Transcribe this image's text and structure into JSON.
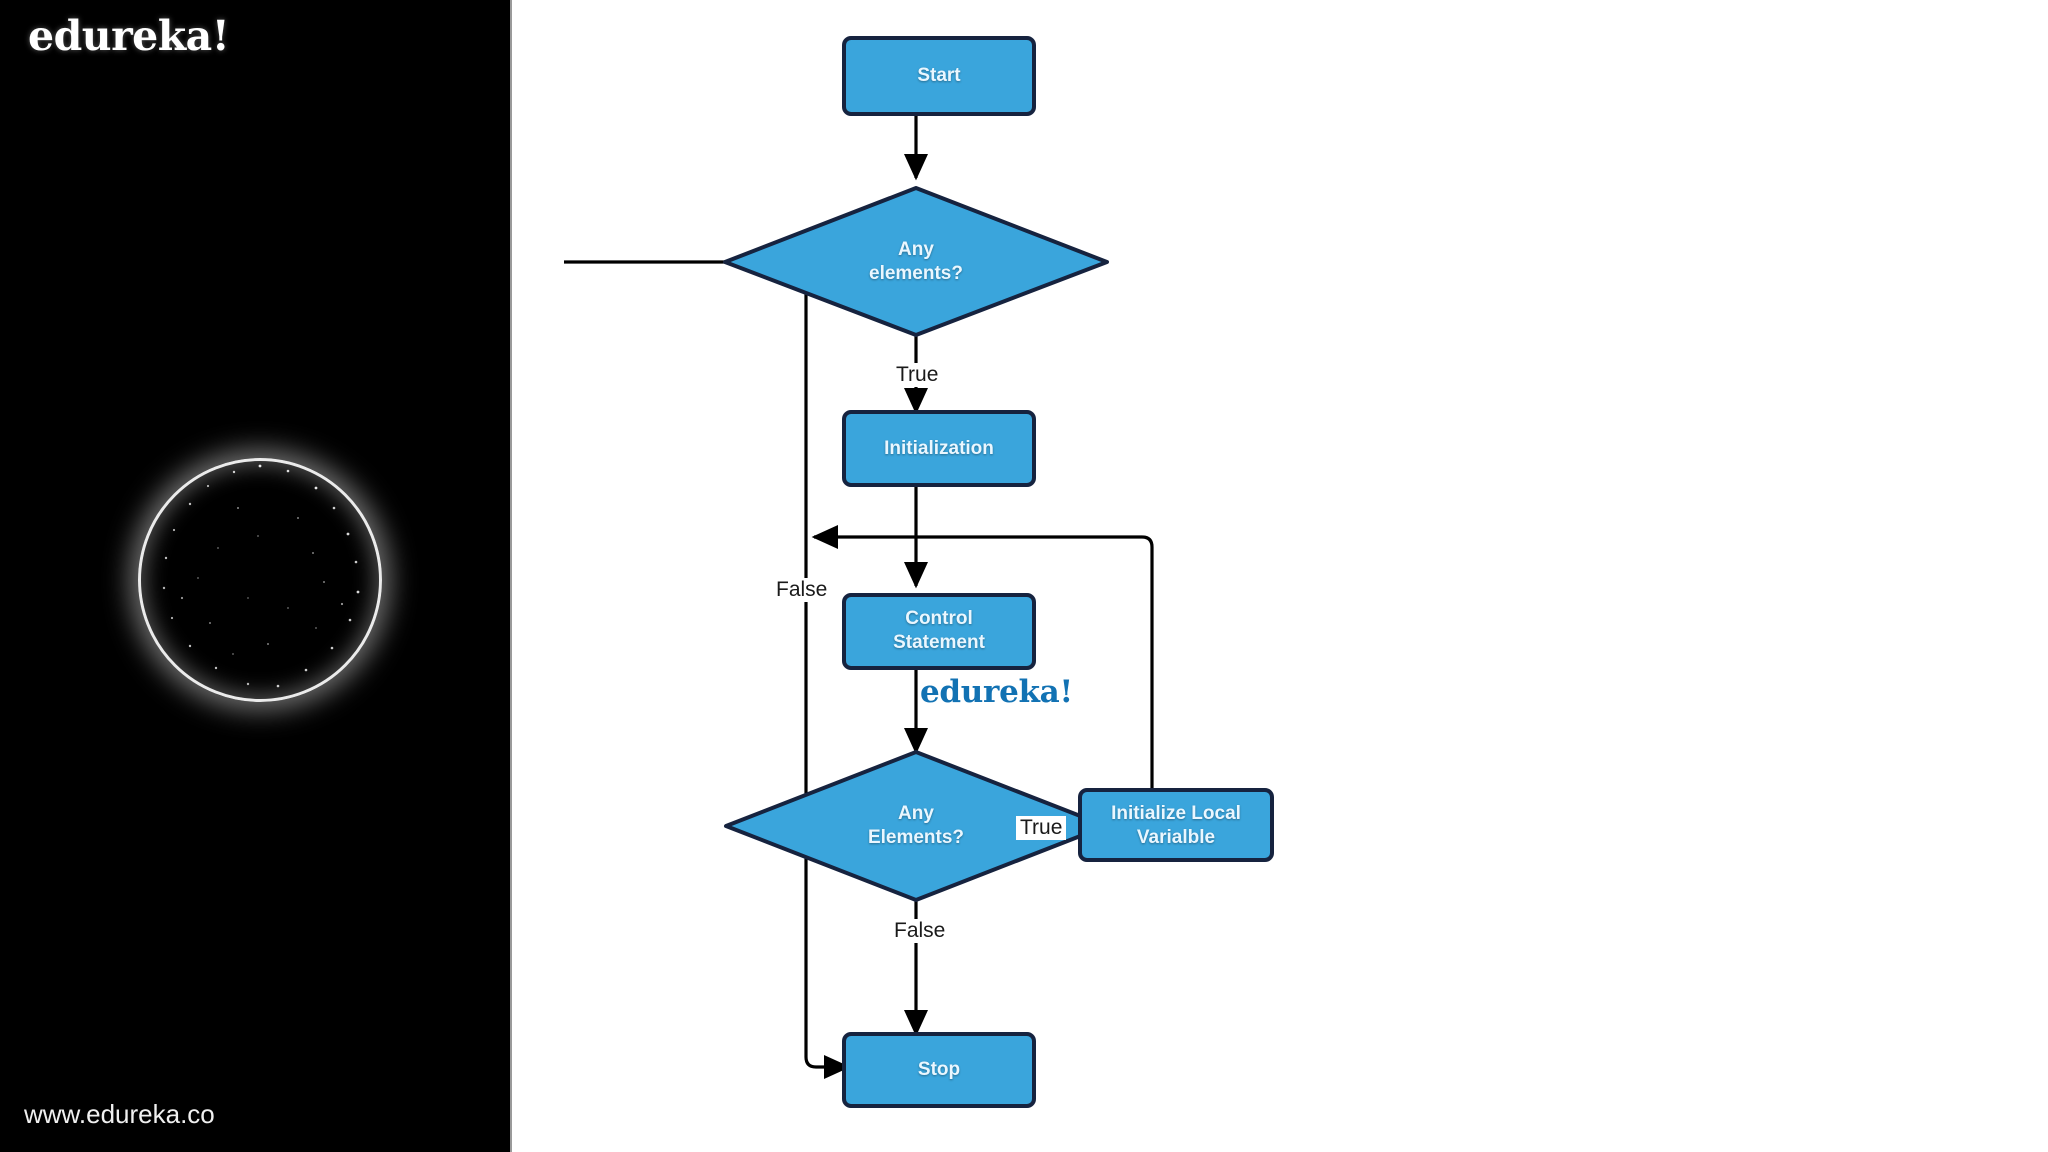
{
  "slide": {
    "left_panel": {
      "logo_text": "edureka!",
      "url_text": "www.edureka.co",
      "background_color": "#000000",
      "sphere_icon": "particle-sphere-icon"
    },
    "watermark": {
      "text": "edureka!",
      "color": "#1272b3"
    }
  },
  "diagram": {
    "type": "flowchart",
    "node_fill": "#3aa5dc",
    "node_border": "#16233f",
    "node_text_color": "#eaf7ff",
    "edge_color": "#000000",
    "nodes": [
      {
        "id": "start",
        "shape": "rect",
        "label": "Start"
      },
      {
        "id": "any_elems_1",
        "shape": "diamond",
        "label": "Any\nelements?"
      },
      {
        "id": "init",
        "shape": "rect",
        "label": "Initialization"
      },
      {
        "id": "control",
        "shape": "rect",
        "label": "Control\nStatement"
      },
      {
        "id": "any_elems_2",
        "shape": "diamond",
        "label": "Any\nElements?"
      },
      {
        "id": "init_local",
        "shape": "rect",
        "label": "Initialize Local\nVarialble"
      },
      {
        "id": "stop",
        "shape": "rect",
        "label": "Stop"
      }
    ],
    "edges": [
      {
        "from": "start",
        "to": "any_elems_1",
        "label": ""
      },
      {
        "from": "any_elems_1",
        "to": "init",
        "label": "True"
      },
      {
        "from": "any_elems_1",
        "to": "stop",
        "label": "False"
      },
      {
        "from": "init",
        "to": "control",
        "label": ""
      },
      {
        "from": "control",
        "to": "any_elems_2",
        "label": ""
      },
      {
        "from": "any_elems_2",
        "to": "init_local",
        "label": "True"
      },
      {
        "from": "any_elems_2",
        "to": "stop",
        "label": "False"
      },
      {
        "from": "init_local",
        "to": "control",
        "label": ""
      }
    ]
  }
}
